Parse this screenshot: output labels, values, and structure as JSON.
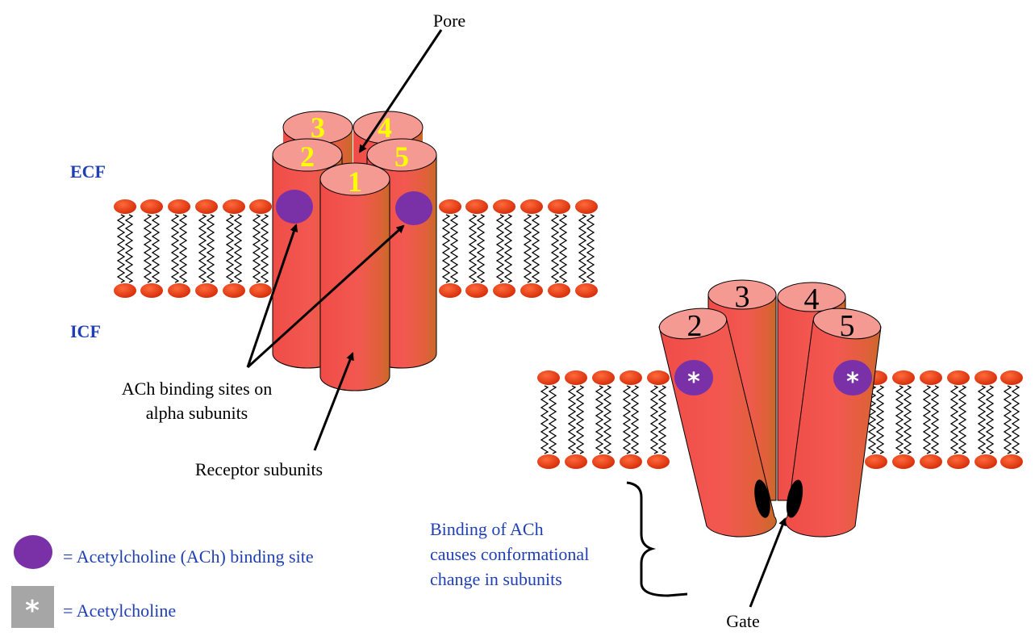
{
  "labels": {
    "pore": "Pore",
    "ecf": "ECF",
    "icf": "ICF",
    "ach_sites_line1": "ACh binding sites on",
    "ach_sites_line2": "alpha subunits",
    "receptor_subunits": "Receptor subunits",
    "binding_line1": "Binding of ACh",
    "binding_line2": "causes conformational",
    "binding_line3": "change in subunits",
    "gate": "Gate"
  },
  "closed_channel": {
    "subunit_numbers": [
      "1",
      "2",
      "3",
      "4",
      "5"
    ]
  },
  "open_channel": {
    "subunit_numbers": [
      "2",
      "3",
      "4",
      "5"
    ],
    "ach_symbol": "*"
  },
  "legend": {
    "binding_site_text": "= Acetylcholine (ACh) binding site",
    "ach_text": "= Acetylcholine",
    "ach_symbol": "*"
  },
  "colors": {
    "subunit": "#f0504c",
    "subunit_top": "#f59a93",
    "binding_site": "#7a31a8",
    "lipid_head": "#e8300e",
    "label_blue": "#1f3fb4",
    "legend_box": "#a6a6a6"
  }
}
